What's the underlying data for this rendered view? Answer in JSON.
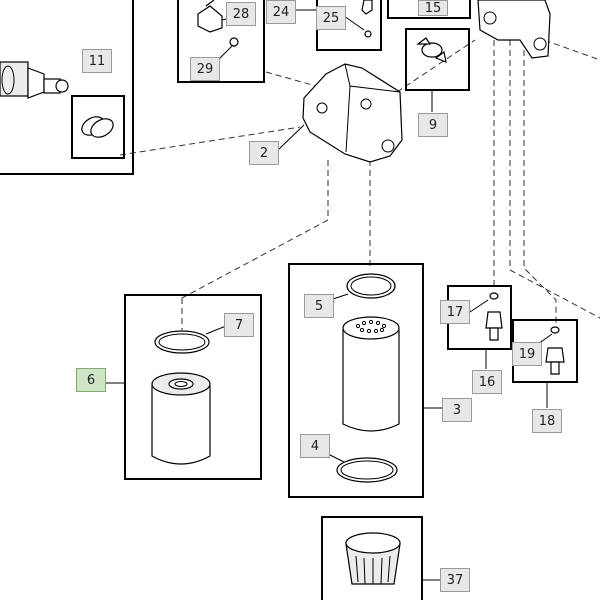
{
  "callouts": {
    "c28": "28",
    "c24": "24",
    "c25": "25",
    "c15": "15",
    "c29": "29",
    "c11": "11",
    "c9": "9",
    "c2": "2",
    "c5": "5",
    "c7": "7",
    "c6": "6",
    "c17": "17",
    "c19": "19",
    "c16": "16",
    "c3": "3",
    "c18": "18",
    "c4": "4",
    "c37": "37"
  },
  "highlight_color": "#cfe3c5"
}
